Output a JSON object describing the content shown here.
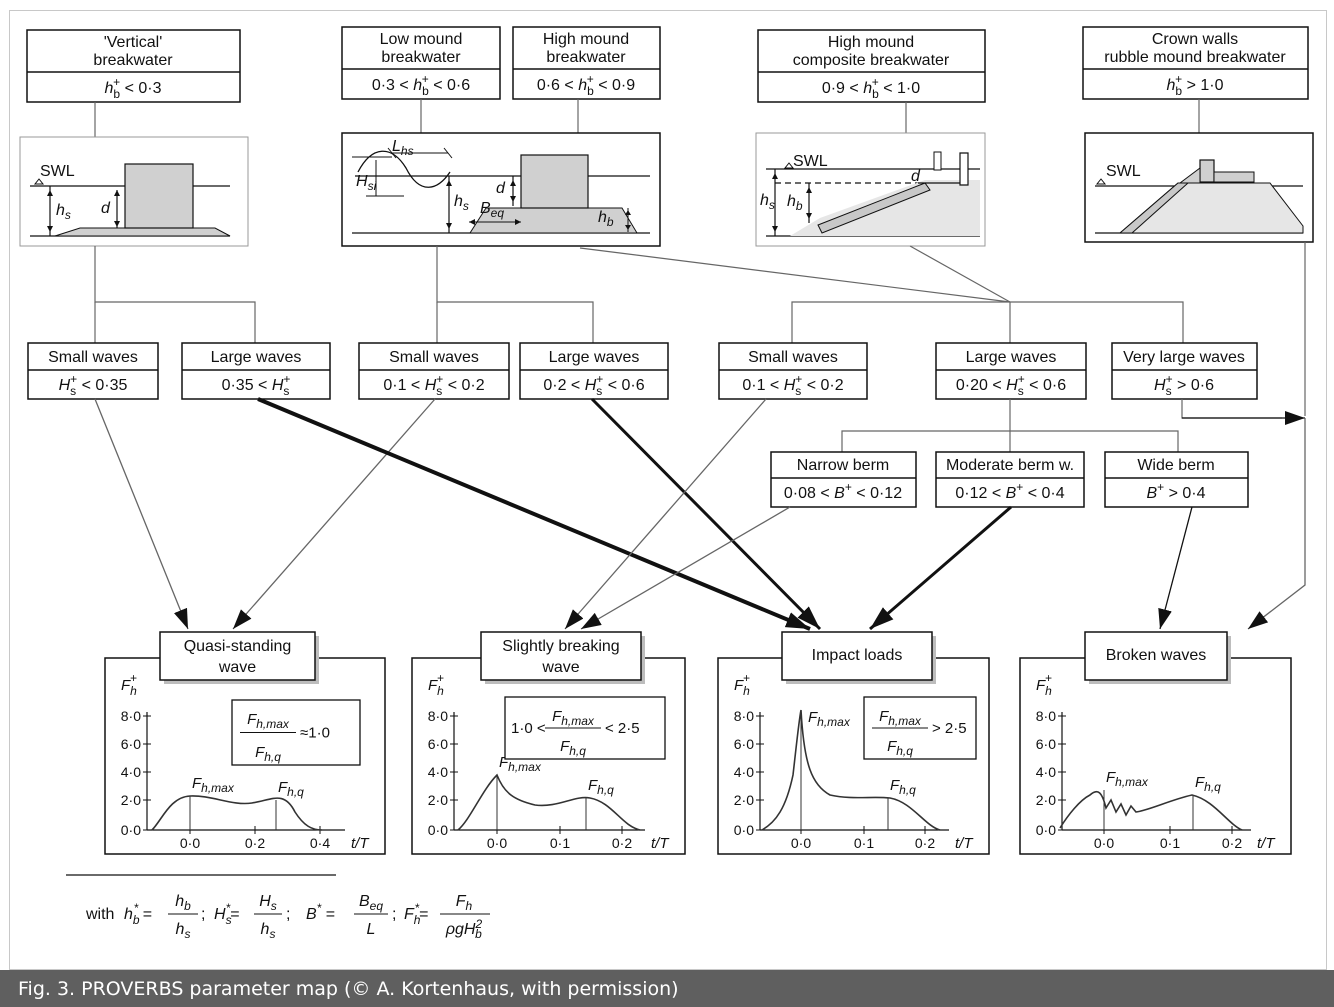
{
  "caption": "Fig. 3. PROVERBS parameter map (© A. Kortenhaus, with permission)",
  "structures": [
    {
      "title_line1": "'Vertical'",
      "title_line2": "breakwater",
      "cond_var": "h",
      "cond_sub": "b",
      "cond_sup": "+",
      "cond_left": "",
      "cond_right": " < 0·3"
    },
    {
      "title_line1": "Low mound",
      "title_line2": "breakwater",
      "cond_var": "h",
      "cond_sub": "b",
      "cond_sup": "+",
      "cond_left": "0·3 < ",
      "cond_right": " < 0·6"
    },
    {
      "title_line1": "High mound",
      "title_line2": "breakwater",
      "cond_var": "h",
      "cond_sub": "b",
      "cond_sup": "+",
      "cond_left": "0·6 < ",
      "cond_right": " < 0·9"
    },
    {
      "title_line1": "High mound",
      "title_line2": "composite breakwater",
      "cond_var": "h",
      "cond_sub": "b",
      "cond_sup": "+",
      "cond_left": "0·9 < ",
      "cond_right": " < 1·0"
    },
    {
      "title_line1": "Crown walls",
      "title_line2": "rubble mound breakwater",
      "cond_var": "h",
      "cond_sub": "b",
      "cond_sup": "+",
      "cond_left": "",
      "cond_right": " > 1·0"
    }
  ],
  "sketch_labels": {
    "swl": "SWL",
    "hs": "h",
    "hs_sub": "s",
    "d": "d",
    "lhs": "L",
    "lhs_sub": "hs",
    "hsi": "H",
    "hsi_sub": "si",
    "beq": "B",
    "beq_sub": "eq",
    "hb": "h",
    "hb_sub": "b"
  },
  "waves": [
    {
      "label": "Small waves",
      "cond_left": "",
      "cond_right": " < 0·35"
    },
    {
      "label": "Large waves",
      "cond_left": "0·35 < ",
      "cond_right": ""
    },
    {
      "label": "Small waves",
      "cond_left": "0·1 < ",
      "cond_right": " < 0·2"
    },
    {
      "label": "Large waves",
      "cond_left": "0·2 < ",
      "cond_right": " < 0·6"
    },
    {
      "label": "Small waves",
      "cond_left": "0·1 < ",
      "cond_right": " < 0·2"
    },
    {
      "label": "Large waves",
      "cond_left": "0·20 < ",
      "cond_right": " < 0·6"
    },
    {
      "label": "Very large waves",
      "cond_left": "",
      "cond_right": " > 0·6"
    }
  ],
  "berms": [
    {
      "label": "Narrow berm",
      "cond_left": "0·08 < ",
      "cond_right": " < 0·12"
    },
    {
      "label": "Moderate berm w.",
      "cond_left": "0·12 < ",
      "cond_right": " < 0·4"
    },
    {
      "label": "Wide berm",
      "cond_left": "",
      "cond_right": " > 0·4"
    }
  ],
  "outcomes": [
    {
      "title_line1": "Quasi-standing",
      "title_line2": "wave",
      "ratio_left": "",
      "ratio_right": "≈1·0",
      "x_ticks": [
        "0·0",
        "0·2",
        "0·4"
      ],
      "peak_label": "F",
      "peak_sub": "h,max",
      "q_label": "F",
      "q_sub": "h,q"
    },
    {
      "title_line1": "Slightly breaking",
      "title_line2": "wave",
      "ratio_left": "1·0 <",
      "ratio_right": "< 2·5",
      "x_ticks": [
        "0·0",
        "0·1",
        "0·2"
      ],
      "peak_label": "F",
      "peak_sub": "h,max",
      "q_label": "F",
      "q_sub": "h,q"
    },
    {
      "title_line1": "Impact loads",
      "title_line2": "",
      "ratio_left": "",
      "ratio_right": "> 2·5",
      "x_ticks": [
        "0·0",
        "0·1",
        "0·2"
      ],
      "peak_label": "F",
      "peak_sub": "h,max",
      "q_label": "F",
      "q_sub": "h,q"
    },
    {
      "title_line1": "Broken waves",
      "title_line2": "",
      "ratio_left": "",
      "ratio_right": "",
      "x_ticks": [
        "0·0",
        "0·1",
        "0·2"
      ],
      "peak_label": "F",
      "peak_sub": "h,max",
      "q_label": "F",
      "q_sub": "h,q"
    }
  ],
  "y_ticks": [
    "8·0",
    "6·0",
    "4·0",
    "2·0",
    "0·0"
  ],
  "y_axis": "F",
  "y_axis_sub": "h",
  "y_axis_sup": "+",
  "x_axis": "t/T",
  "ratio_num": "F",
  "ratio_num_sub": "h,max",
  "ratio_den": "F",
  "ratio_den_sub": "h,q",
  "legend": {
    "with": "with",
    "hb_def": {
      "lhs": "h",
      "lhs_sub": "b",
      "lhs_sup": "*",
      "num": "h",
      "num_sub": "b",
      "den": "h",
      "den_sub": "s"
    },
    "hs_def": {
      "lhs": "H",
      "lhs_sub": "s",
      "lhs_sup": "*",
      "num": "H",
      "num_sub": "s",
      "den": "h",
      "den_sub": "s"
    },
    "b_def": {
      "lhs": "B",
      "lhs_sup": "*",
      "num": "B",
      "num_sub": "eq",
      "den": "L"
    },
    "f_def": {
      "lhs": "F",
      "lhs_sub": "h",
      "lhs_sup": "*",
      "num": "F",
      "num_sub": "h",
      "den": "ρgH",
      "den_sub": "b",
      "den_sup": "2"
    }
  },
  "colors": {
    "caption_bg": "#5f5f5f",
    "fill_gray": "#d0d0d0",
    "line": "#111111",
    "connector": "#555555"
  }
}
